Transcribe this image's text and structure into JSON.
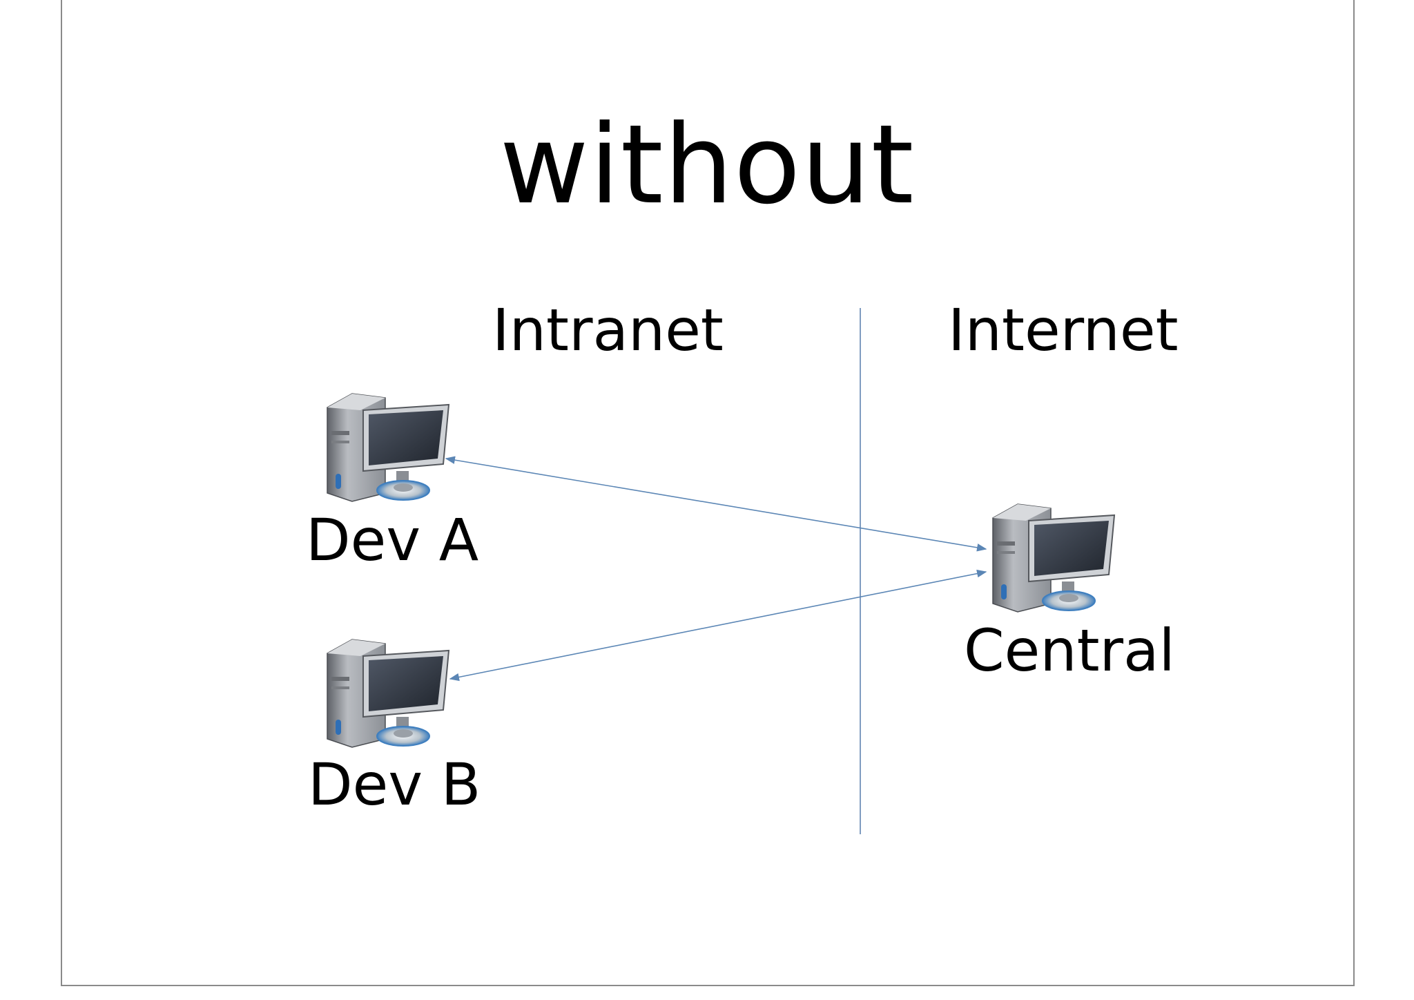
{
  "title": "without",
  "zones": {
    "left": "Intranet",
    "right": "Internet"
  },
  "nodes": [
    {
      "id": "dev-a",
      "label": "Dev A",
      "icon": "desktop-computer-icon"
    },
    {
      "id": "dev-b",
      "label": "Dev B",
      "icon": "desktop-computer-icon"
    },
    {
      "id": "central",
      "label": "Central",
      "icon": "desktop-computer-icon"
    }
  ],
  "edges": [
    {
      "from": "dev-a",
      "to": "central",
      "direction": "both"
    },
    {
      "from": "dev-b",
      "to": "central",
      "direction": "both"
    }
  ],
  "colors": {
    "connector": "#5b86b5",
    "divider": "#7f9cc0",
    "frame": "#8a8a8a",
    "text": "#000000"
  }
}
